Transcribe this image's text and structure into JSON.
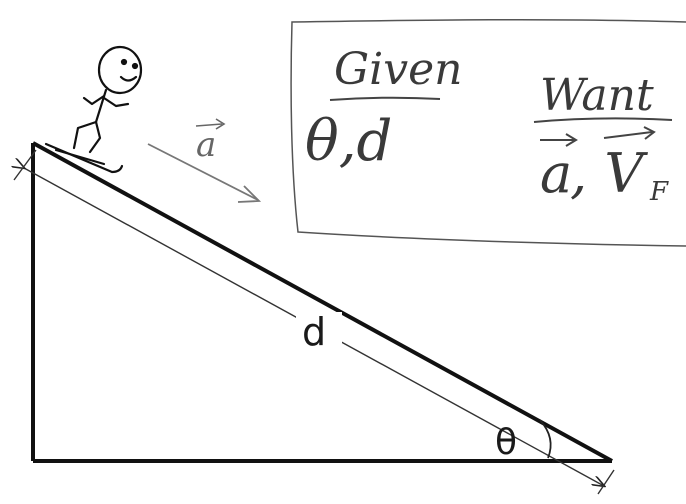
{
  "given": {
    "heading": "Given",
    "values": "θ,d"
  },
  "want": {
    "heading": "Want",
    "values_a": "a",
    "values_rest": ", V",
    "subscript": "F"
  },
  "labels": {
    "acceleration": "a",
    "distance": "d",
    "angle": "θ"
  }
}
